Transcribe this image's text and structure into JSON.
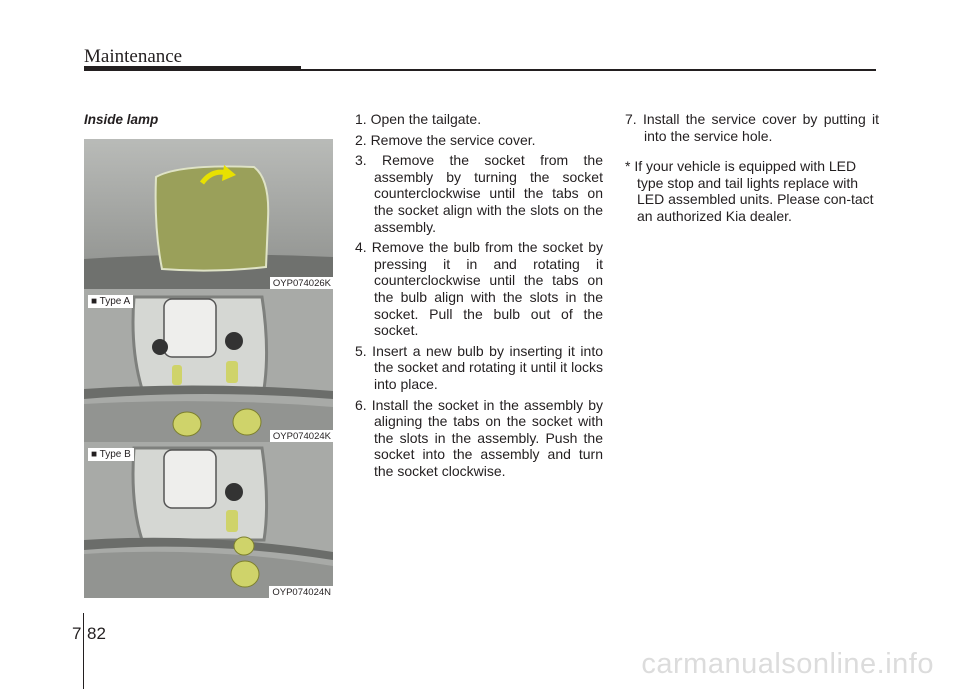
{
  "header": {
    "title": "Maintenance"
  },
  "section_title": "Inside lamp",
  "figures": [
    {
      "code": "OYP074026K"
    },
    {
      "type_label": "■ Type A",
      "code": "OYP074024K"
    },
    {
      "type_label": "■ Type B",
      "code": "OYP074024N"
    }
  ],
  "steps": [
    "1. Open the tailgate.",
    "2. Remove the service cover.",
    "3. Remove the socket from the assembly by turning the socket counterclockwise until the tabs on the socket align with the slots on the assembly.",
    "4. Remove the bulb from the socket by pressing it in and rotating it counterclockwise until the tabs on the bulb align with the slots in the socket. Pull the bulb out of the socket.",
    "5. Insert a new bulb by inserting it into the socket and rotating it until it locks into place.",
    "6. Install the socket in the assembly by aligning the tabs on the socket with the slots in the assembly. Push the socket into the assembly and turn the socket clockwise.",
    "7. Install the service cover by putting it into the service hole."
  ],
  "note": "* If your vehicle is equipped with LED type stop and tail lights replace with LED assembled units. Please con-tact an authorized Kia dealer.",
  "footer": {
    "chapter": "7",
    "page": "82"
  },
  "watermark": "carmanualsonline.info",
  "colors": {
    "text": "#231f20",
    "cover_highlight": "#9aa05a",
    "arrow": "#e8e100"
  }
}
